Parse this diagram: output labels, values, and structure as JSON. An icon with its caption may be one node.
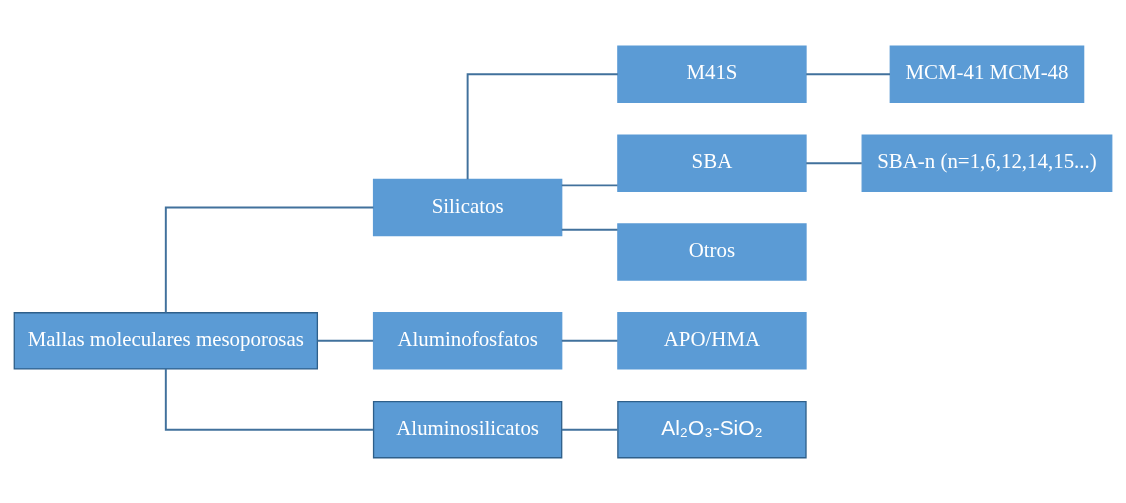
{
  "diagram": {
    "nodes": [
      {
        "text": [
          "Mallas moleculares mesoporosas"
        ]
      },
      {
        "text": [
          "Silicatos"
        ]
      },
      {
        "text": [
          "M41S"
        ]
      },
      {
        "text": [
          "MCM-41 MCM-48"
        ]
      },
      {
        "text": [
          "SBA"
        ]
      },
      {
        "text": [
          "SBA-n (n=1,6,12,14,15...)"
        ]
      },
      {
        "text": [
          "Otros"
        ]
      },
      {
        "text": [
          "Aluminofosfatos"
        ]
      },
      {
        "text": [
          "APO/HMA"
        ]
      },
      {
        "text": [
          "Aluminosilicatos"
        ]
      },
      {
        "text": [
          "Al₂O₃-SiO₂"
        ]
      }
    ],
    "edges": [
      {
        "from": 0,
        "to": 1,
        "arrow": "none"
      },
      {
        "from": 0,
        "to": 7,
        "arrow": "none"
      },
      {
        "from": 0,
        "to": 9,
        "arrow": "none"
      },
      {
        "from": 1,
        "to": 2,
        "arrow": "none"
      },
      {
        "from": 1,
        "to": 4,
        "arrow": "none"
      },
      {
        "from": 1,
        "to": 6,
        "arrow": "none"
      },
      {
        "from": 2,
        "to": 3,
        "arrow": "none"
      },
      {
        "from": 4,
        "to": 5,
        "arrow": "none"
      },
      {
        "from": 7,
        "to": 8,
        "arrow": "none"
      },
      {
        "from": 9,
        "to": 10,
        "arrow": "none"
      }
    ]
  }
}
